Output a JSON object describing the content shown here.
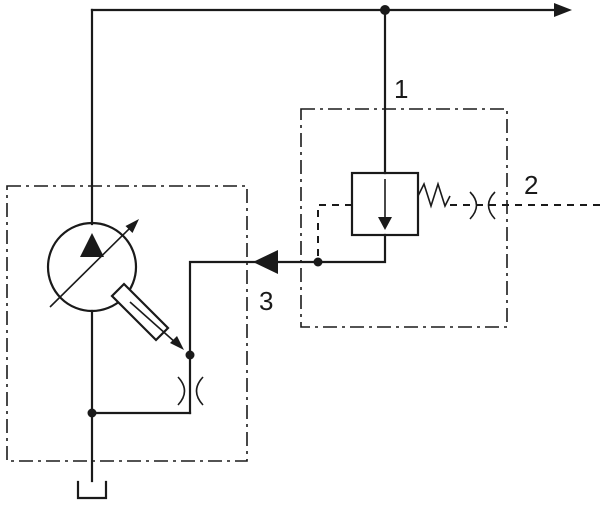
{
  "diagram": {
    "type": "hydraulic-schematic",
    "background": "#ffffff",
    "line_color": "#1a1a1a",
    "labels": {
      "line1": "1",
      "line2": "2",
      "line3": "3"
    },
    "components": [
      "variable-displacement-pump",
      "pressure-relief-valve",
      "relief-valve-spring",
      "orifice-restrictor-drain",
      "orifice-restrictor-pilot",
      "tank",
      "flow-direction-arrow",
      "pump-assembly-enclosure",
      "valve-assembly-enclosure"
    ]
  }
}
